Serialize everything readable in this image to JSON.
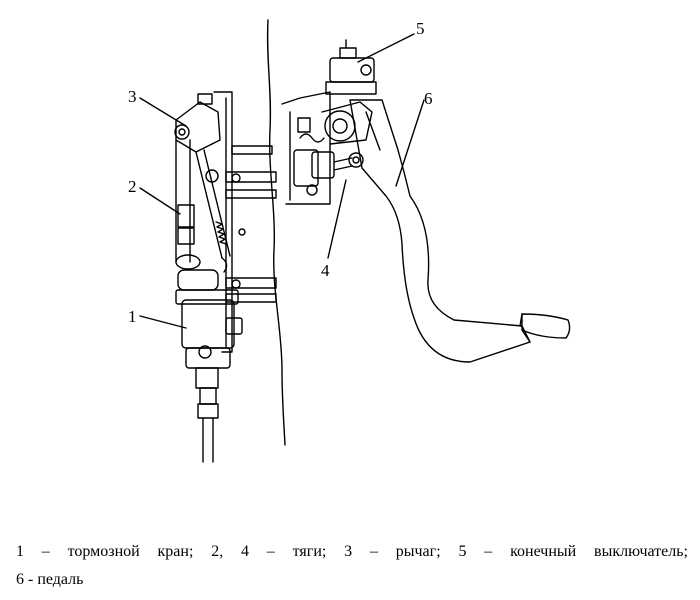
{
  "callouts": [
    "1",
    "2",
    "3",
    "4",
    "5",
    "6"
  ],
  "caption": {
    "line1": "1 – тормозной кран; 2, 4 – тяги; 3 – рычаг; 5 – конечный выключатель;",
    "line2": "6 - педаль"
  }
}
